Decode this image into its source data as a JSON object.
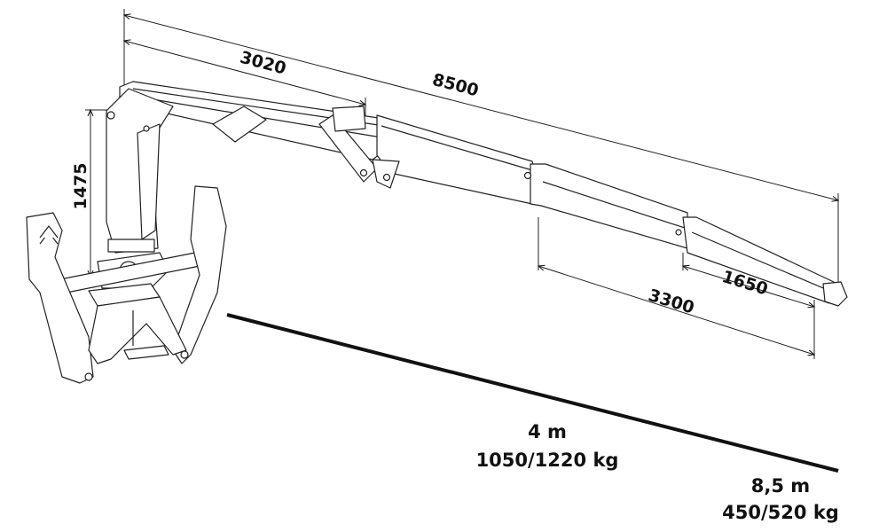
{
  "dimensions": {
    "total_reach": "8500",
    "main_boom": "3020",
    "column_height": "1475",
    "telescope_total": "3300",
    "telescope_extension": "1650"
  },
  "load_ratings": [
    {
      "reach": "4 m",
      "capacity": "1050/1220 kg"
    },
    {
      "reach": "8,5 m",
      "capacity": "450/520 kg"
    }
  ],
  "colors": {
    "line": "#111111",
    "background": "#ffffff"
  }
}
